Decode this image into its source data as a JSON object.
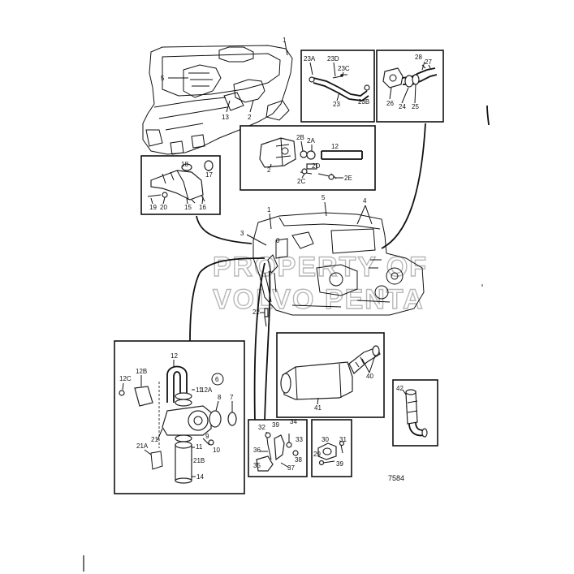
{
  "watermark": {
    "line1": "PROPERTY OF",
    "line2": "VOLVO PENTA"
  },
  "drawing_number": "7584",
  "callouts": {
    "top_engine": [
      "1",
      "5",
      "13",
      "2"
    ],
    "box_23": [
      "23A",
      "23D",
      "23C",
      "23",
      "23B"
    ],
    "box_24": [
      "28",
      "27",
      "26",
      "24",
      "25"
    ],
    "box_2": [
      "2B",
      "2A",
      "12",
      "2",
      "2D",
      "2C",
      "2E"
    ],
    "box_15": [
      "18",
      "17",
      "19",
      "20",
      "15",
      "16"
    ],
    "main_engine": [
      "1",
      "5",
      "4",
      "3",
      "22"
    ],
    "box_pump": [
      "12",
      "12B",
      "12C",
      "6",
      "11",
      "12A",
      "8",
      "7",
      "21",
      "21A",
      "9",
      "10",
      "11",
      "21B",
      "14"
    ],
    "box_silencer": [
      "40",
      "41"
    ],
    "box_42": [
      "42"
    ],
    "box_32": [
      "32",
      "39",
      "34",
      "33",
      "36",
      "35",
      "37",
      "38"
    ],
    "box_29": [
      "30",
      "31",
      "29",
      "39"
    ]
  }
}
